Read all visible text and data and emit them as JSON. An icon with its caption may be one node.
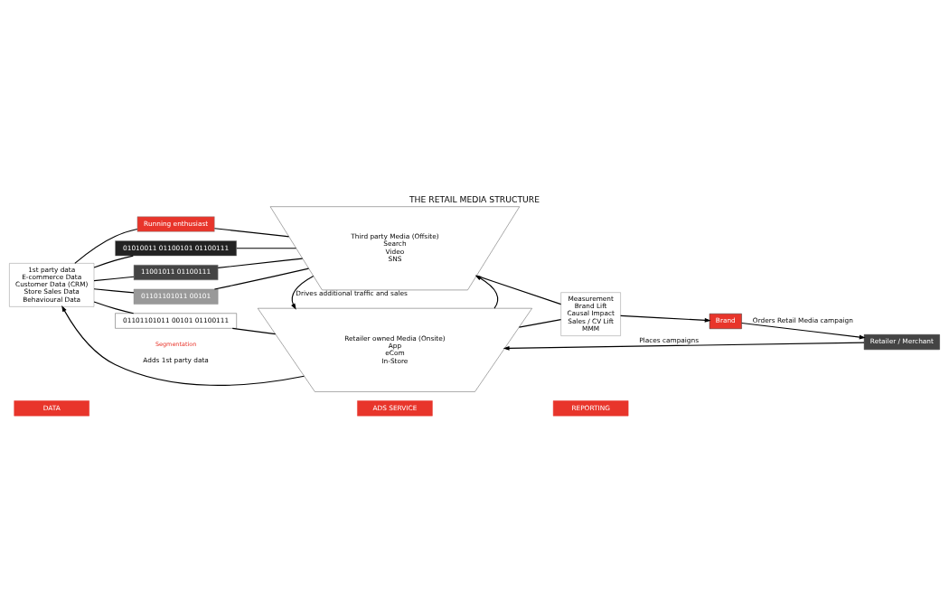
{
  "diagram": {
    "title": "THE RETAIL MEDIA STRUCTURE",
    "nodes": [
      {
        "text": [
          "DATA"
        ]
      },
      {
        "text": [
          "ADS SERVICE"
        ]
      },
      {
        "text": [
          "REPORTING"
        ]
      },
      {
        "text": [
          "1st party data",
          "E-commerce Data",
          "Customer Data (CRM)",
          "Store Sales Data",
          "Behavioural Data"
        ]
      },
      {
        "text": [
          "Running enthusiast"
        ]
      },
      {
        "text": [
          "01010011 01100101 01100111"
        ]
      },
      {
        "text": [
          "11001011 01100111"
        ]
      },
      {
        "text": [
          "01101101011 00101"
        ]
      },
      {
        "text": [
          "01101101011 00101 01100111"
        ]
      },
      {
        "text": [
          "Third party Media (Offsite)",
          "Search",
          "Video",
          "SNS"
        ]
      },
      {
        "text": [
          "Retailer owned Media (Onsite)",
          "App",
          "eCom",
          "In-Store"
        ]
      },
      {
        "text": [
          "Measurement",
          "Brand Lift",
          "Causal Impact",
          "Sales / CV Lift",
          "MMM"
        ]
      },
      {
        "text": [
          "Retailer / Merchant"
        ]
      },
      {
        "text": [
          "Brand"
        ]
      }
    ],
    "edges": [
      {
        "from": 3,
        "to": 4,
        "arrow": "none"
      },
      {
        "from": 3,
        "to": 5,
        "arrow": "none"
      },
      {
        "from": 3,
        "to": 6,
        "arrow": "none"
      },
      {
        "from": 3,
        "to": 7,
        "arrow": "none"
      },
      {
        "from": 3,
        "to": 8,
        "arrow": "none"
      },
      {
        "from": 4,
        "to": 9,
        "arrow": "none"
      },
      {
        "from": 5,
        "to": 9,
        "arrow": "none"
      },
      {
        "from": 6,
        "to": 9,
        "arrow": "none"
      },
      {
        "from": 7,
        "to": 9,
        "arrow": "none"
      },
      {
        "from": 8,
        "to": 10,
        "arrow": "none"
      },
      {
        "from": 10,
        "to": 9,
        "arrow": "to"
      },
      {
        "from": 9,
        "to": 10,
        "arrow": "to",
        "label": "Drives additional traffic and sales"
      },
      {
        "from": 11,
        "to": 9,
        "arrow": "none"
      },
      {
        "from": 11,
        "to": 10,
        "arrow": "none"
      },
      {
        "from": 10,
        "to": 3,
        "arrow": "to",
        "label": "Adds 1st party data"
      },
      {
        "from": 11,
        "to": 13,
        "arrow": "to"
      },
      {
        "from": 12,
        "to": 10,
        "arrow": "to",
        "label": "Places campaigns"
      },
      {
        "from": 13,
        "to": 12,
        "arrow": "to",
        "label": "Orders Retail Media campaign"
      }
    ],
    "labels": [
      "Segmentation"
    ]
  }
}
